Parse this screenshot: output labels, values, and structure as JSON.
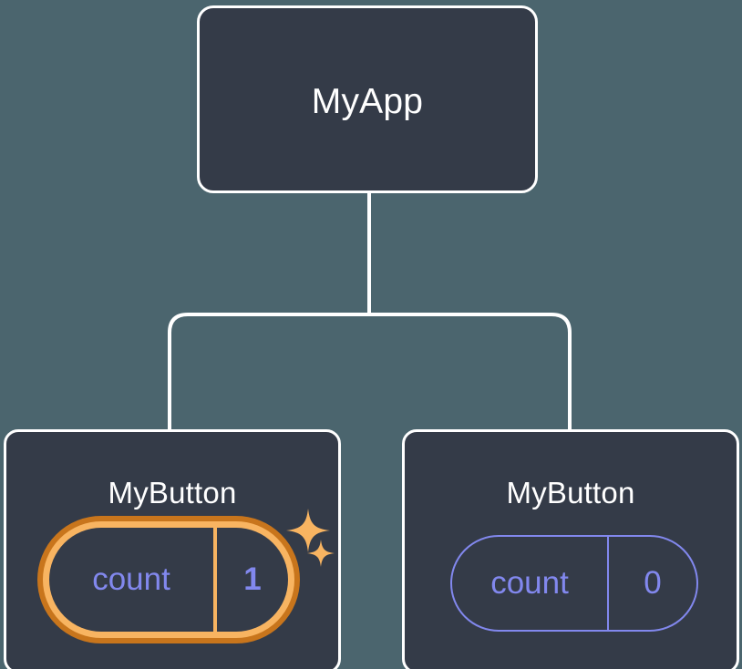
{
  "diagram": {
    "type": "component-tree",
    "background_color": "#4b656e",
    "node_fill_color": "#343b48",
    "node_border_color": "#ffffff",
    "connector_color": "#ffffff",
    "accent_highlight_outer": "#c8751c",
    "accent_highlight_inner": "#f8b461",
    "accent_state_color": "#8288ee",
    "title_color": "#ffffff"
  },
  "nodes": {
    "root": {
      "title": "MyApp"
    },
    "child_left": {
      "title": "MyButton",
      "state": {
        "key": "count",
        "value": "1",
        "highlighted": true
      },
      "sparkles": [
        "sparkle-large",
        "sparkle-small"
      ]
    },
    "child_right": {
      "title": "MyButton",
      "state": {
        "key": "count",
        "value": "0",
        "highlighted": false
      }
    }
  },
  "edges": [
    {
      "from": "root",
      "to": "child_left"
    },
    {
      "from": "root",
      "to": "child_right"
    }
  ]
}
